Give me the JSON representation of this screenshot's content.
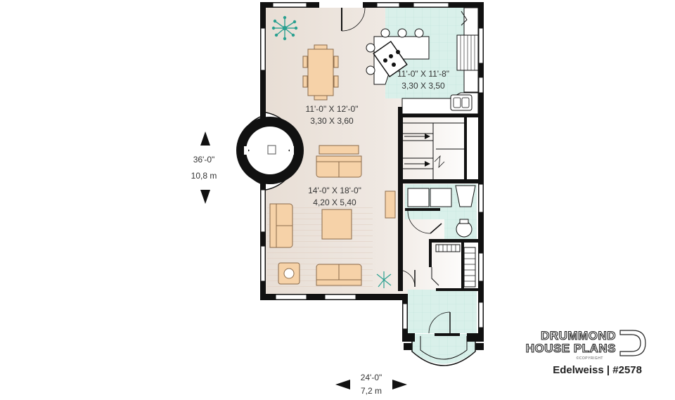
{
  "plan": {
    "title": "Edelweiss | #2578",
    "brand_line1": "DRUMMOND",
    "brand_line2": "HOUSE PLANS",
    "brand_copyright": "©COPYRIGHT",
    "overall_depth": {
      "imperial": "36'-0\"",
      "metric": "10,8 m"
    },
    "overall_width": {
      "imperial": "24'-0\"",
      "metric": "7,2 m"
    },
    "rooms": [
      {
        "id": "dining",
        "imperial": "11'-0\" X 12'-0\"",
        "metric": "3,30 X 3,60"
      },
      {
        "id": "kitchen",
        "imperial": "11'-0\" X 11'-8\"",
        "metric": "3,30 X 3,50"
      },
      {
        "id": "living",
        "imperial": "14'-0\" X 18'-0\"",
        "metric": "4,20 X 5,40"
      }
    ],
    "colors": {
      "wall": "#111111",
      "floor_warm": "#ece4dc",
      "floor_tile": "#d9f0ea",
      "furniture": "#f6d2a8",
      "furniture_stroke": "#8a6a4a",
      "plant": "#2aa090"
    }
  }
}
